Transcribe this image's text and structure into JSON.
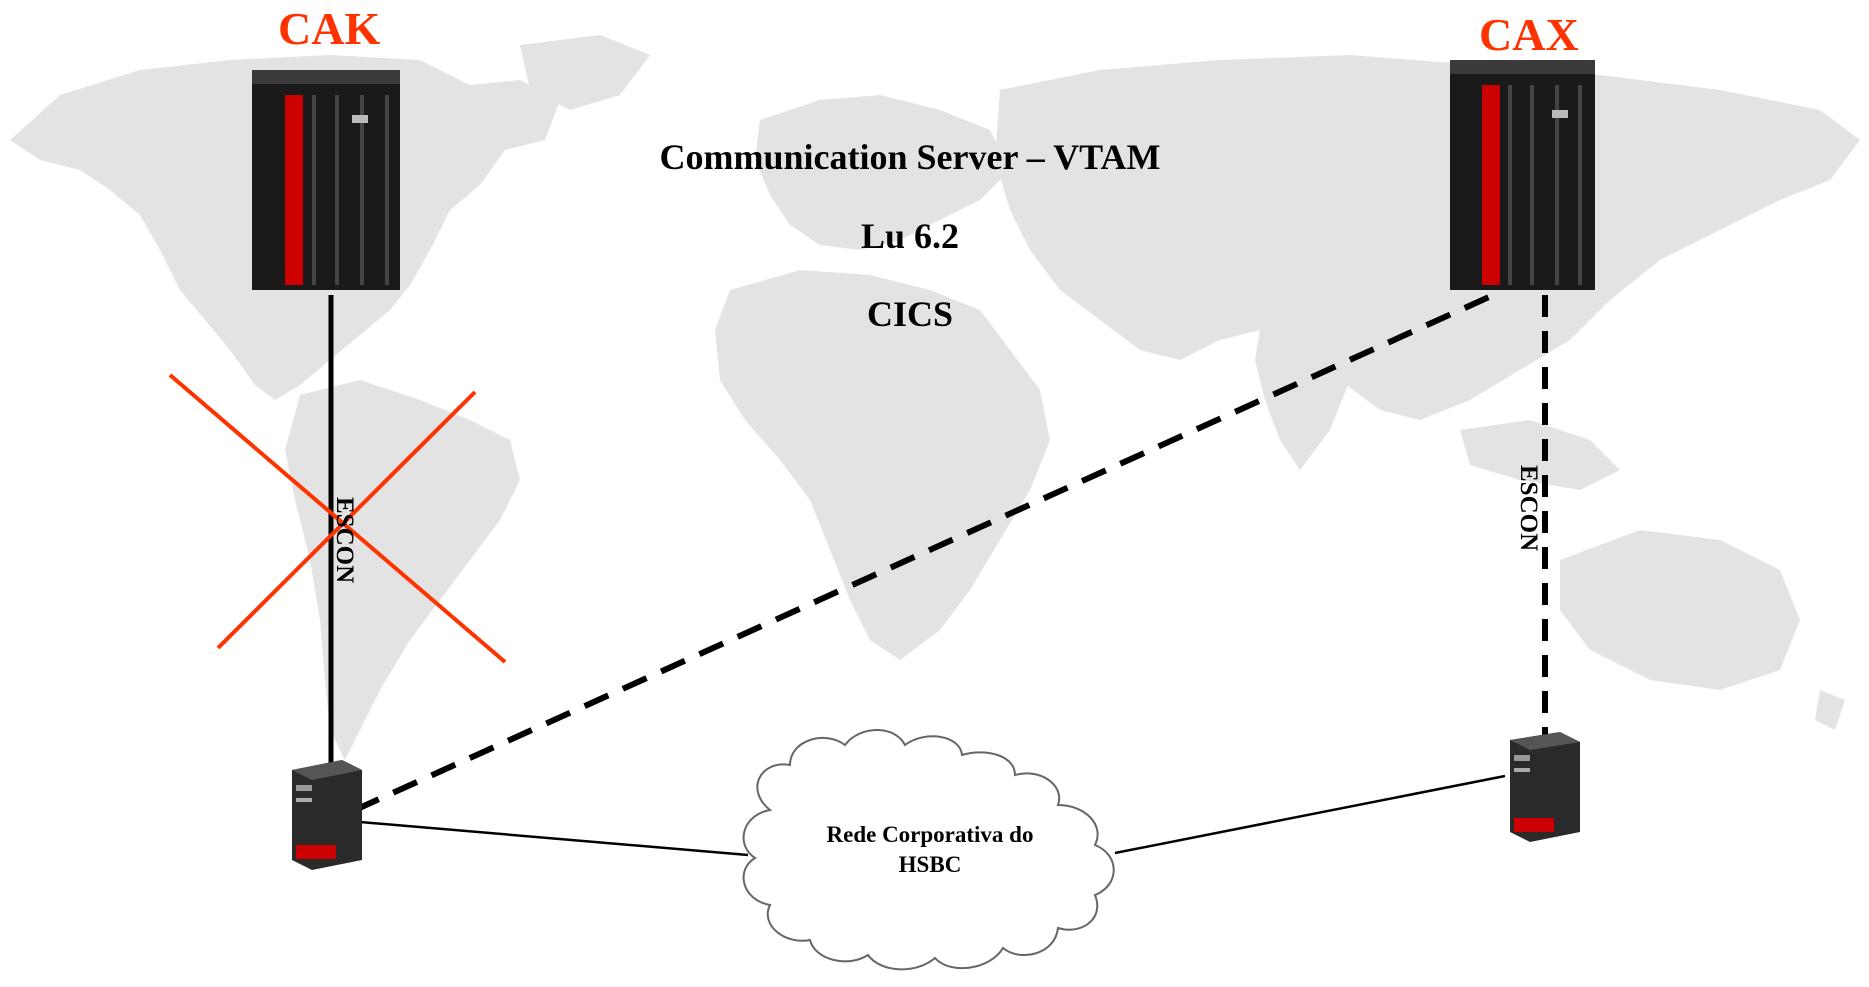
{
  "sites": {
    "left": {
      "label": "CAK"
    },
    "right": {
      "label": "CAX"
    }
  },
  "title_lines": [
    "Communication Server – VTAM",
    "Lu 6.2",
    "CICS"
  ],
  "links": {
    "left_channel_label": "ESCON",
    "right_channel_label": "ESCON"
  },
  "network": {
    "label_line1": "Rede Corporativa do",
    "label_line2": "HSBC"
  },
  "colors": {
    "site_label": "#ff3300",
    "cross_mark": "#ff3300",
    "map_land": "#e3e3e3",
    "mainframe_body": "#1a1a1a",
    "mainframe_accent": "#cc0000"
  },
  "icons": {
    "mainframe": "mainframe-server-icon",
    "midrange": "tower-server-icon",
    "cloud": "network-cloud-icon",
    "failure": "x-cross-icon"
  }
}
